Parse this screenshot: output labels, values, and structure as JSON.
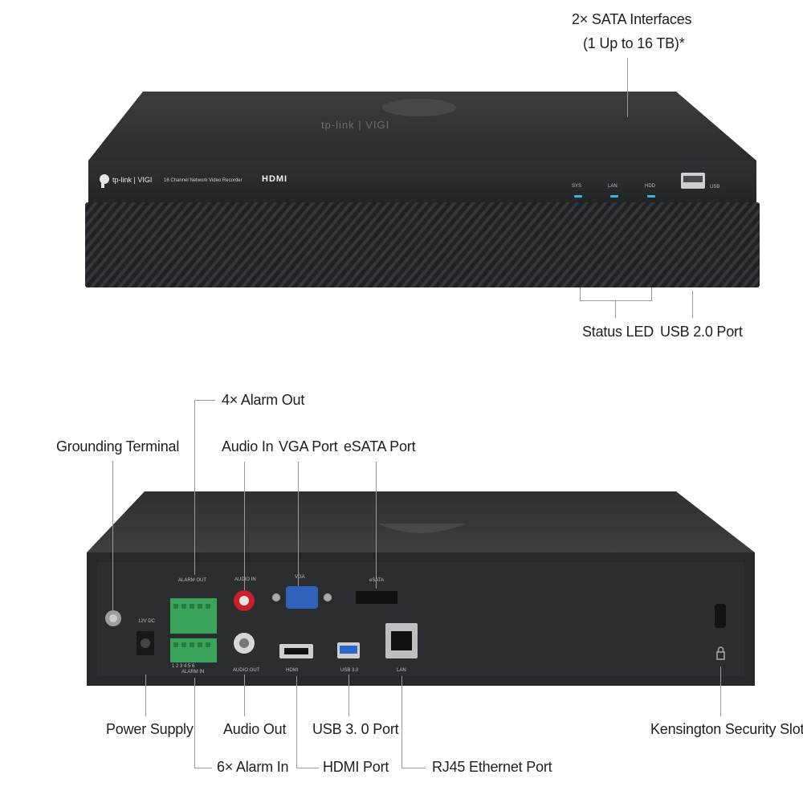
{
  "callouts": {
    "sata_line1": "2× SATA Interfaces",
    "sata_line2": "(1 Up to 16 TB)*",
    "status_led": "Status LED",
    "usb2_port": "USB 2.0 Port",
    "alarm_out": "4× Alarm Out",
    "grounding_terminal": "Grounding Terminal",
    "audio_in": "Audio In",
    "vga_port": "VGA Port",
    "esata_port": "eSATA Port",
    "power_supply": "Power Supply",
    "audio_out": "Audio Out",
    "usb3_port": "USB 3. 0 Port",
    "kensington_slot": "Kensington Security Slot",
    "alarm_in": "6× Alarm In",
    "hdmi_port": "HDMI Port",
    "rj45_port": "RJ45 Ethernet Port"
  },
  "front_panel": {
    "brand": "tp-link | VIGI",
    "model_text": "16 Channel Network Video Recorder",
    "hdmi_logo": "HDMI",
    "led_sys": "SYS",
    "led_lan": "LAN",
    "led_hdd": "HDD",
    "usb_label": "USB",
    "top_logo": "tp-link | VIGI"
  },
  "rear_panel": {
    "alarm_out_label": "ALARM OUT",
    "alarm_in_label": "ALARM IN",
    "alarm_in_numbers": "1 2 3 4 5 6",
    "audio_in_label": "AUDIO IN",
    "audio_out_label": "AUDIO OUT",
    "vga_label": "VGA",
    "esata_label": "eSATA",
    "power_label": "12V DC",
    "hdmi_label": "HDMI",
    "usb3_label": "USB 3.0",
    "lan_label": "LAN"
  },
  "colors": {
    "chassis": "#2b2d30",
    "chassis_top": "#3a3c3f",
    "led": "#35b8d6",
    "terminal_green": "#3aa55a",
    "vga_blue": "#2f62b8",
    "usb3_blue": "#2a69c9",
    "audio_red": "#c8202a"
  },
  "icons": [
    "tp-link-logo-icon",
    "usb-port-icon",
    "lock-icon",
    "ground-icon",
    "dc-polarity-icon"
  ]
}
